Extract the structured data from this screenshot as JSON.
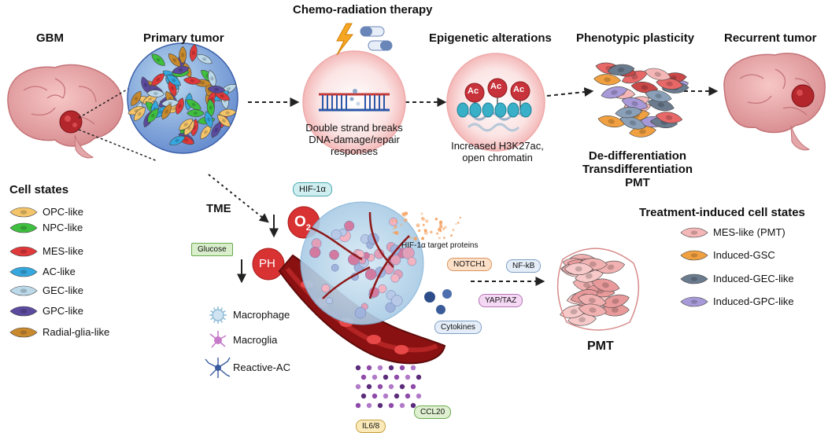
{
  "headers": {
    "gbm": "GBM",
    "primary_tumor": "Primary tumor",
    "chemo": "Chemo-radiation therapy",
    "epigenetic": "Epigenetic alterations",
    "plasticity": "Phenotypic plasticity",
    "recurrent": "Recurrent tumor"
  },
  "chemo_desc": {
    "line1": "Double strand breaks",
    "line2": "DNA-damage/repair",
    "line3": "responses"
  },
  "epi_desc": {
    "line1": "Increased H3K27ac,",
    "line2": "open chromatin",
    "ac": "Ac"
  },
  "plasticity_desc": {
    "line1": "De-differentiation",
    "line2": "Transdifferentiation",
    "line3": "PMT"
  },
  "cell_states": {
    "title": "Cell states",
    "items": [
      {
        "label": "OPC-like",
        "color": "#f3c46a"
      },
      {
        "label": "NPC-like",
        "color": "#3fbf3f"
      },
      {
        "label": "MES-like",
        "color": "#e0393b"
      },
      {
        "label": "AC-like",
        "color": "#35a8e0"
      },
      {
        "label": "GEC-like",
        "color": "#bcd9ea"
      },
      {
        "label": "GPC-like",
        "color": "#5b4a9e"
      },
      {
        "label": "Radial-glia-like",
        "color": "#c98a2e"
      }
    ]
  },
  "tme": {
    "title": "TME",
    "hif": "HIF-1α",
    "o2": "O",
    "o2_sub": "2",
    "glucose": "Glucose",
    "ph": "PH",
    "hif_targets": "HIF-1α target proteins",
    "notch": "NOTCH1",
    "nfkb": "NF-kB",
    "yap": "YAP/TAZ",
    "cytokines": "Cytokines",
    "il": "IL6/8",
    "ccl": "CCL20",
    "pmt": "PMT"
  },
  "immune": [
    {
      "label": "Macrophage",
      "icon": "macrophage-icon",
      "color": "#8fbcd8"
    },
    {
      "label": "Macroglia",
      "icon": "macroglia-icon",
      "color": "#c77cc9"
    },
    {
      "label": "Reactive-AC",
      "icon": "reactive-ac-icon",
      "color": "#3b5b9e"
    }
  ],
  "treatment_states": {
    "title": "Treatment-induced cell states",
    "items": [
      {
        "label": "MES-like (PMT)",
        "color": "#f4b6b6"
      },
      {
        "label": "Induced-GSC",
        "color": "#f0a040"
      },
      {
        "label": "Induced-GEC-like",
        "color": "#6b7b8e"
      },
      {
        "label": "Induced-GPC-like",
        "color": "#a89ad8"
      }
    ]
  }
}
